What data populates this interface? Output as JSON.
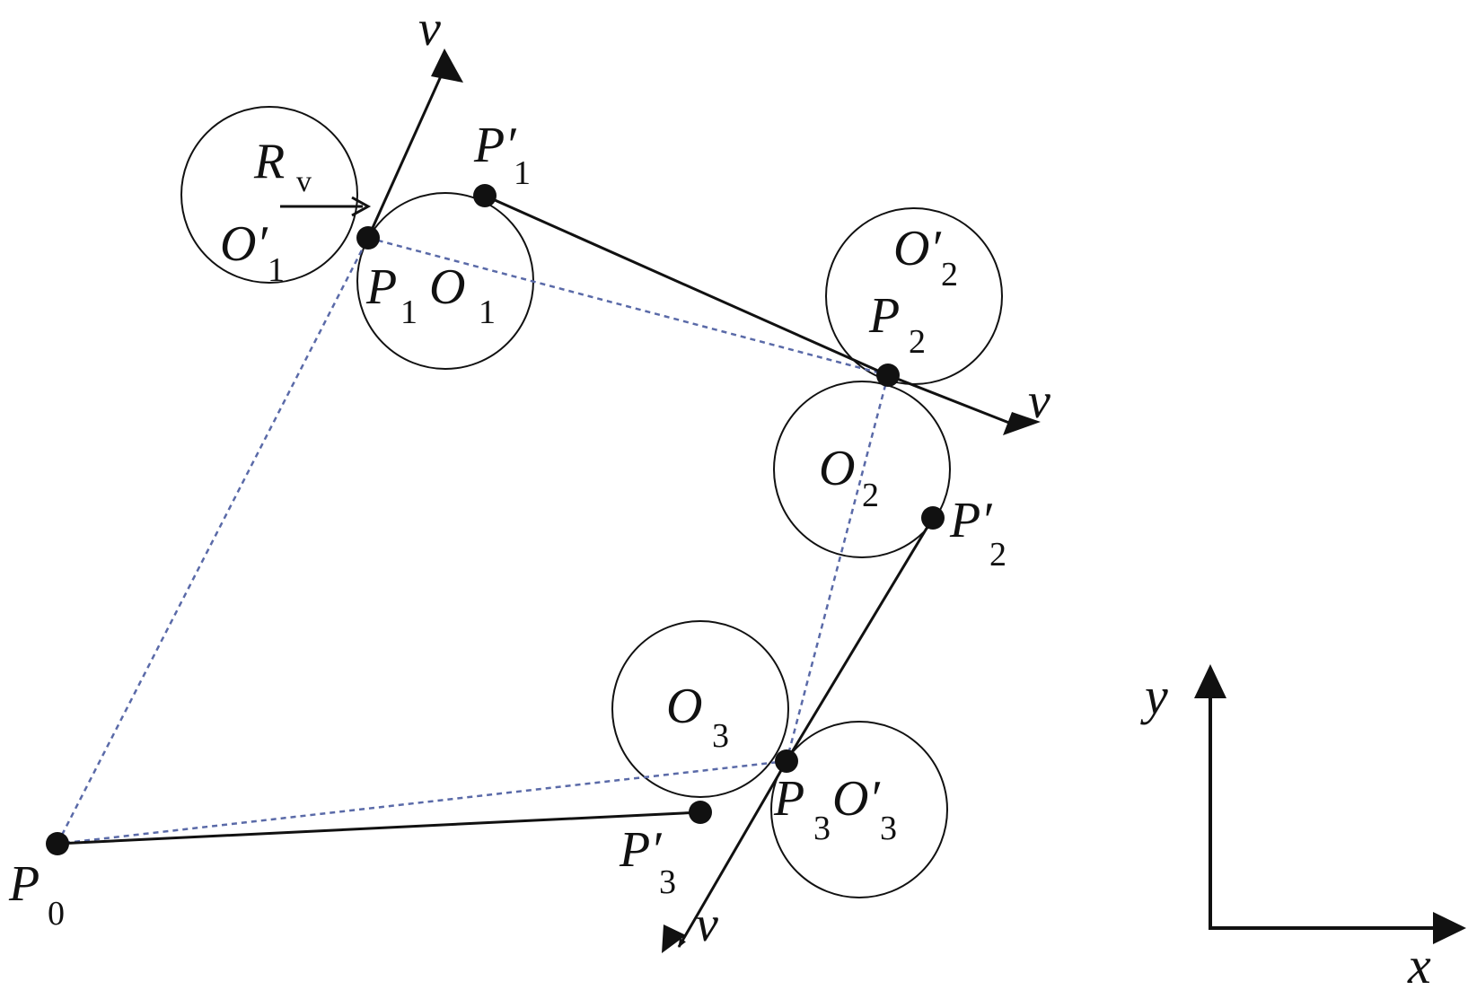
{
  "colors": {
    "ink": "#111111",
    "dashed_path": "#5a6aa8",
    "background": "#ffffff"
  },
  "labels": {
    "v_top": "v",
    "v_p2": "v",
    "v_bottom": "v",
    "Rv": {
      "main": "R",
      "sub": "v"
    },
    "O1p": {
      "main": "O′",
      "sub": "1"
    },
    "O1": {
      "main": "O",
      "sub": "1"
    },
    "P1": {
      "main": "P",
      "sub": "1"
    },
    "P1p": {
      "main": "P′",
      "sub": "1"
    },
    "O2p": {
      "main": "O′",
      "sub": "2"
    },
    "P2": {
      "main": "P",
      "sub": "2"
    },
    "O2": {
      "main": "O",
      "sub": "2"
    },
    "P2p": {
      "main": "P′",
      "sub": "2"
    },
    "O3": {
      "main": "O",
      "sub": "3"
    },
    "P3": {
      "main": "P",
      "sub": "3"
    },
    "O3p": {
      "main": "O′",
      "sub": "3"
    },
    "P3p": {
      "main": "P′",
      "sub": "3"
    },
    "P0": {
      "main": "P",
      "sub": "0"
    },
    "axis_x": "x",
    "axis_y": "y"
  }
}
